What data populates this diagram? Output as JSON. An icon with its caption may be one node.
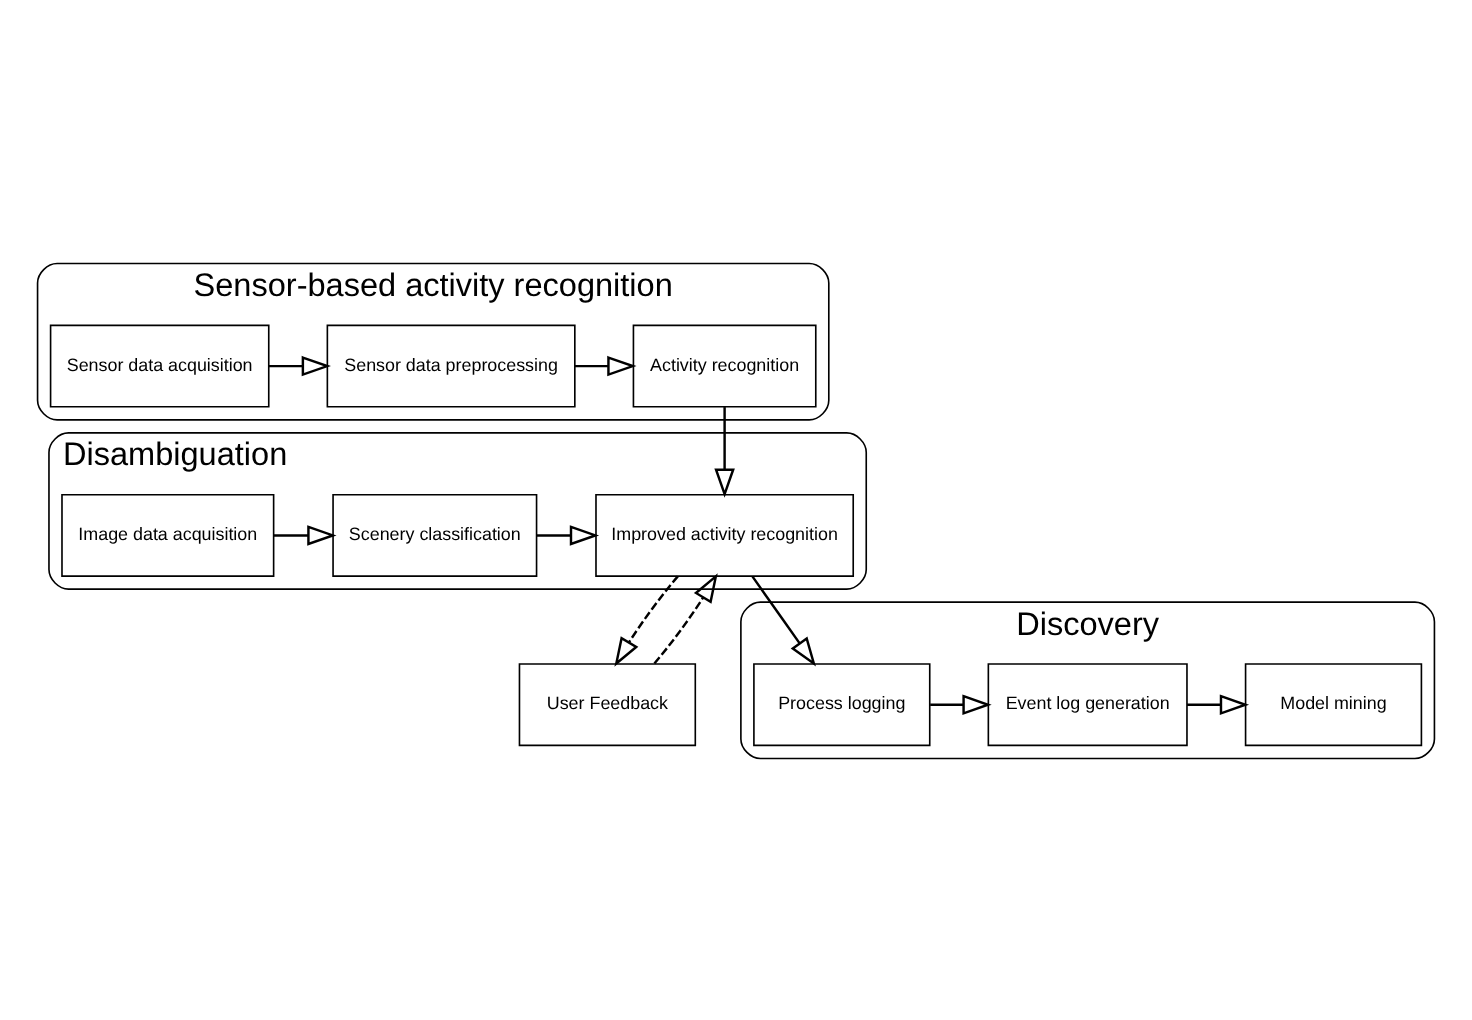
{
  "diagram": {
    "nodes": [
      {
        "text": [
          "Sensor-based activity recognition"
        ]
      },
      {
        "text": [
          "Sensor data acquisition"
        ],
        "in": 0
      },
      {
        "text": [
          "Sensor data preprocessing"
        ],
        "in": 0
      },
      {
        "text": [
          "Activity recognition"
        ],
        "in": 0
      },
      {
        "text": [
          "Disambiguation"
        ]
      },
      {
        "text": [
          "Image data acquisition"
        ],
        "in": 4
      },
      {
        "text": [
          "Scenery classification"
        ],
        "in": 4
      },
      {
        "text": [
          "Improved activity recognition"
        ],
        "in": 4
      },
      {
        "text": [
          "User Feedback"
        ]
      },
      {
        "text": [
          "Discovery"
        ]
      },
      {
        "text": [
          "Process logging"
        ],
        "in": 9
      },
      {
        "text": [
          "Event log generation"
        ],
        "in": 9
      },
      {
        "text": [
          "Model mining"
        ],
        "in": 9
      }
    ],
    "edges": [
      {
        "from": 1,
        "to": 2,
        "arrow": "to"
      },
      {
        "from": 2,
        "to": 3,
        "arrow": "to"
      },
      {
        "from": 3,
        "to": 7,
        "arrow": "to"
      },
      {
        "from": 5,
        "to": 6,
        "arrow": "to"
      },
      {
        "from": 6,
        "to": 7,
        "arrow": "to"
      },
      {
        "from": 7,
        "to": 8,
        "arrow": "to",
        "style": "dashed"
      },
      {
        "from": 8,
        "to": 7,
        "arrow": "to",
        "style": "dashed"
      },
      {
        "from": 7,
        "to": 10,
        "arrow": "to"
      },
      {
        "from": 10,
        "to": 11,
        "arrow": "to"
      },
      {
        "from": 11,
        "to": 12,
        "arrow": "to"
      }
    ]
  }
}
